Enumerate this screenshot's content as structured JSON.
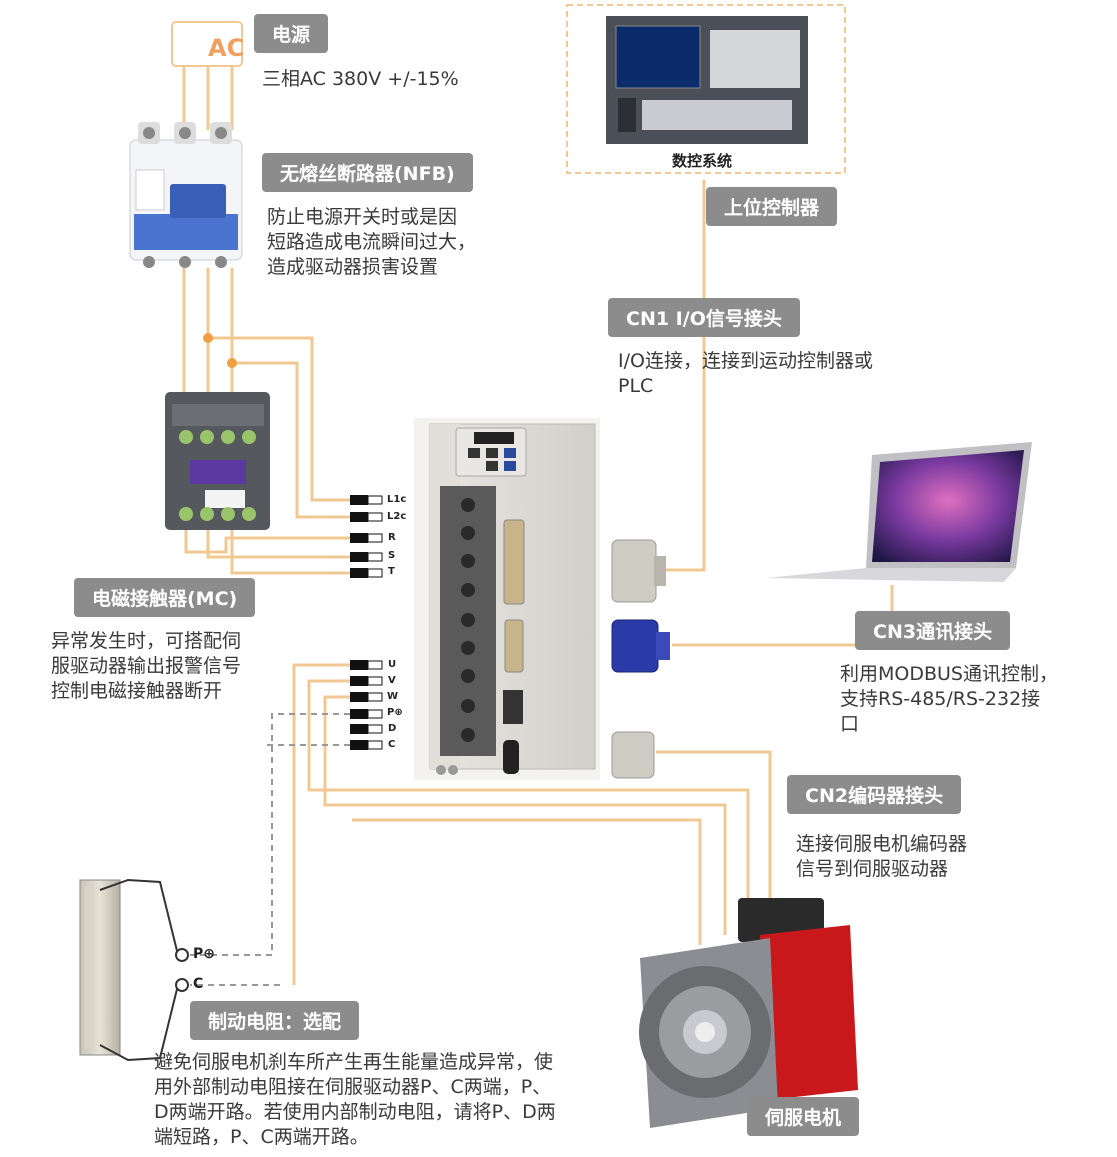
{
  "labels": {
    "power": "电源",
    "nfb": "无熔丝断路器(NFB)",
    "controller": "上位控制器",
    "cn1": "CN1 I/O信号接头",
    "mc": "电磁接触器(MC)",
    "cn3": "CN3通讯接头",
    "cn2": "CN2编码器接头",
    "resistor": "制动电阻：选配",
    "motor": "伺服电机"
  },
  "descriptions": {
    "power": "三相AC 380V +/-15%",
    "nfb": [
      "防止电源开关时或是因",
      "短路造成电流瞬间过大，",
      "造成驱动器损害设置"
    ],
    "cn1": [
      "I/O连接，连接到运动控制器或",
      "PLC"
    ],
    "mc": [
      "异常发生时，可搭配伺",
      "服驱动器输出报警信号",
      "控制电磁接触器断开"
    ],
    "cn3": [
      "利用MODBUS通讯控制，",
      "支持RS-485/RS-232接",
      "口"
    ],
    "cn2": [
      "连接伺服电机编码器",
      "信号到伺服驱动器"
    ],
    "resistor": [
      "避免伺服电机刹车所产生再生能量造成异常，使",
      "用外部制动电阻接在伺服驱动器P、C两端，P、",
      "D两端开路。若使用内部制动电阻，请将P、D两",
      "端短路，P、C两端开路。"
    ]
  },
  "ac_badge": "AC",
  "cnc_caption": "数控系统",
  "terminals_top": [
    "L1c",
    "L2c",
    "R",
    "S",
    "T"
  ],
  "terminals_bottom": [
    "U",
    "V",
    "W",
    "P⊕",
    "D",
    "C"
  ],
  "resistor_terminals": [
    "P⊕",
    "C"
  ],
  "colors": {
    "wire": "#f0c892",
    "label_bg": "#8c8c8c",
    "frame": "#f0c892"
  }
}
